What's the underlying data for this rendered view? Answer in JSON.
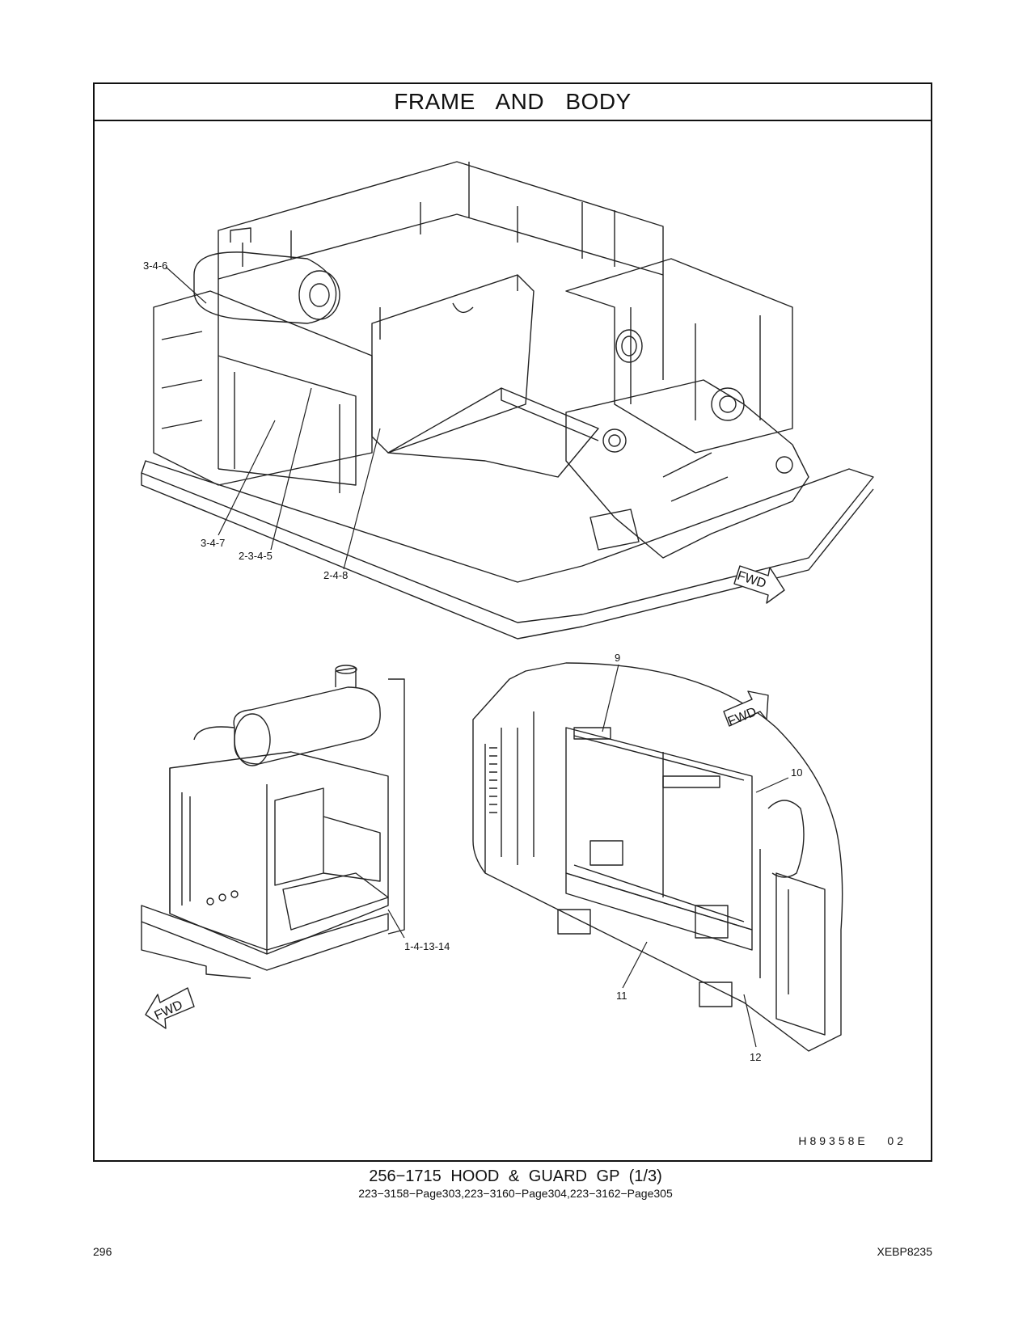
{
  "section_title": "FRAME   AND   BODY",
  "callouts": {
    "c346": "3-4-6",
    "c347": "3-4-7",
    "c2345": "2-3-4-5",
    "c248": "2-4-8",
    "c141314": "1-4-13-14",
    "c9": "9",
    "c10": "10",
    "c11": "11",
    "c12": "12"
  },
  "fwd_label": "FWD",
  "drawing_id": "H89358E   02",
  "group": {
    "title": "256−1715  HOOD  &  GUARD  GP (1/3)",
    "references": "223−3158−Page303,223−3160−Page304,223−3162−Page305"
  },
  "footer": {
    "page_number": "296",
    "doc_code": "XEBP8235"
  }
}
